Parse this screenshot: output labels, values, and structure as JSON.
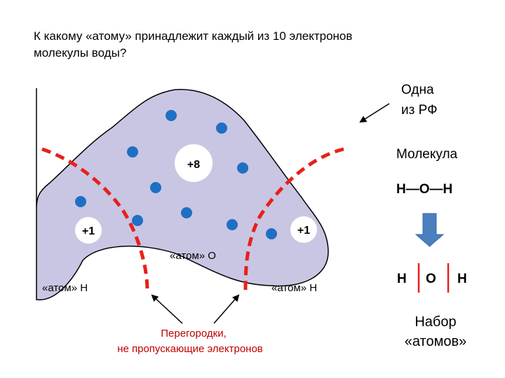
{
  "question": {
    "line1": "К какому «атому» принадлежит каждый из 10 электронов",
    "line2": "молекулы воды?"
  },
  "molecule": {
    "nucleus_o": "+8",
    "nucleus_h_left": "+1",
    "nucleus_h_right": "+1",
    "electron_count": 10,
    "atom_o_label": "«атом» О",
    "atom_h_left_label": "«атом» Н",
    "atom_h_right_label": "«атом» Н",
    "fill_color": "#c9c6e3",
    "electron_color": "#1f6fc4",
    "partition_color": "#e8201a"
  },
  "partitions": {
    "line1": "Перегородки,",
    "line2": "не пропускающие электронов"
  },
  "side": {
    "rf_line1": "Одна",
    "rf_line2": "из РФ",
    "molecule_title": "Молекула",
    "formula": "Н—О—Н",
    "set_h_left": "Н",
    "set_o": "О",
    "set_h_right": "Н",
    "set_line1": "Набор",
    "set_line2": "«атомов»",
    "arrow_color": "#4a7fc0"
  }
}
